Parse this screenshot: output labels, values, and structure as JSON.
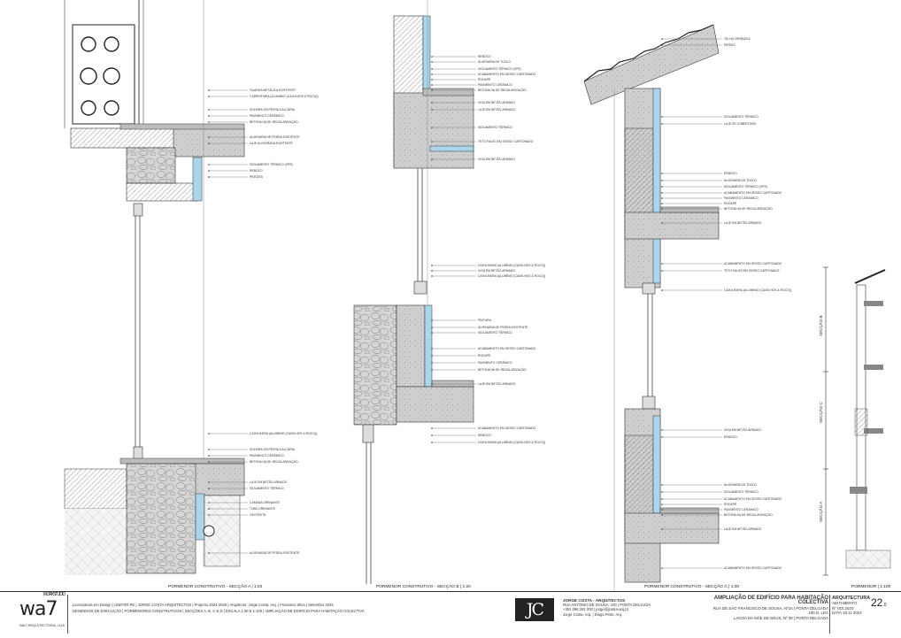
{
  "section_a": {
    "title": "PORMENOR CONSTRUTIVO - SECÇÃO A | 1:20",
    "labels": [
      "GUARDA METÁLICA EXISTENTE",
      "CARPINTARIA (ALUMÍNIO (CAIXILHOS & ROCO))",
      "SOLEIRA EM PEDRA CALCÁRIA",
      "PAVIMENTO CERÂMICO",
      "BETONILHA DE REGULARIZAÇÃO",
      "ALVENARIA DE PEDRA EXISTENTE",
      "LAJE ALIGEIRADA EXISTENTE",
      "ISOLAMENTO TÉRMICO (XPS)",
      "REBOCO",
      "PINTURA",
      "CAIXILHARIA (ALUMÍNIO (CAIXILHOS & ROCO))",
      "SOLEIRA EM PEDRA CALCÁRIA",
      "PAVIMENTO CERÂMICO",
      "BETONILHA DE REGULARIZAÇÃO",
      "LAJE EM BETÃO ARMADO",
      "ISOLAMENTO TÉRMICO",
      "CAMADA DRENANTE",
      "TUBO DRENANTE",
      "GEOTÊXTIL",
      "ALVENARIA DE PEDRA EXISTENTE"
    ]
  },
  "section_b": {
    "title": "PORMENOR CONSTRUTIVO - SECÇÃO B | 1:20",
    "labels": [
      "REBOCO",
      "ALVENARIA DE TIJOLO",
      "ISOLAMENTO TÉRMICO (XPS)",
      "ACABAMENTO EM GESSO CARTONADO",
      "RODAPÉ",
      "PAVIMENTO CERÂMICO",
      "BETONILHA DE REGULARIZAÇÃO",
      "VIGA EM BETÃO ARMADO",
      "LAJE EM BETÃO ARMADO",
      "ISOLAMENTO TÉRMICO",
      "TETO FALSO EM GESSO CARTONADO",
      "VIGA EM BETÃO ARMADO",
      "CAIXILHARIA (ALUMÍNIO (CAIXILHOS & ROCO))",
      "VIGA EM BETÃO ARMADO",
      "CAIXILHARIA (ALUMÍNIO (CAIXILHOS & ROCO))",
      "PINTURA",
      "ALVENARIA DE PEDRA EXISTENTE",
      "ISOLAMENTO TÉRMICO",
      "ACABAMENTO EM GESSO CARTONADO",
      "RODAPÉ",
      "PAVIMENTO CERÂMICO",
      "BETONILHA DE REGULARIZAÇÃO",
      "LAJE EM BETÃO ARMADO",
      "ACABAMENTO EM GESSO CARTONADO",
      "REBOCO",
      "CAIXILHARIA (ALUMÍNIO (CAIXILHOS & ROCO))"
    ]
  },
  "section_c": {
    "title": "PORMENOR CONSTRUTIVO - SECÇÃO C | 1:20",
    "labels": [
      "TELHA CERÂMICA",
      "RIPADO",
      "ISOLAMENTO TÉRMICO",
      "LAJE DE COBERTURA",
      "REBOCO",
      "ALVENARIA DE TIJOLO",
      "ISOLAMENTO TÉRMICO (XPS)",
      "ACABAMENTO EM GESSO CARTONADO",
      "PAVIMENTO CERÂMICO",
      "RODAPÉ",
      "BETONILHA DE REGULARIZAÇÃO",
      "LAJE EM BETÃO ARMADO",
      "ACABAMENTO EM GESSO CARTONADO",
      "TETO FALSO EM GESSO CARTONADO",
      "CAIXILHARIA (ALUMÍNIO (CAIXILHOS & ROCO))",
      "VIGA EM BETÃO ARMADO",
      "REBOCO",
      "ALVENARIA DE TIJOLO",
      "ISOLAMENTO TÉRMICO",
      "ACABAMENTO EM GESSO CARTONADO",
      "RODAPÉ",
      "PAVIMENTO CERÂMICO",
      "BETONILHA DE REGULARIZAÇÃO",
      "LAJE EM BETÃO ARMADO",
      "ACABAMENTO EM GESSO CARTONADO"
    ]
  },
  "section_d": {
    "title": "PORMENOR | 1:100",
    "vertical_labels": [
      "SECÇÃO B",
      "SECÇÃO C",
      "SECÇÃO A"
    ]
  },
  "title_block": {
    "firm_logo": "wa7",
    "firm_logo_sup": "WORKSTUDIO",
    "firm_sub": "WA7 ARQUITECTURA, LDA",
    "credits": "Licenciatura em Design  |  UNIFOR-PE  |  JORGE COSTA ARQUITECTOS  |  Projecto 2024-2025  |  Arquitecto: Jorge Costa, Arq.  |  Francisco Silva  |  Setembro 2024",
    "credits2": "DESENHOS DE EXECUÇÃO  |  PORMENORES CONSTRUTIVOS  |  SECÇÕES A, B, C E D  |  ESCALA 1:20 E 1:100  |  AMPLIAÇÃO DE EDIFÍCIO PARA HABITAÇÃO COLECTIVA",
    "office_logo": "JC",
    "office_name": "JORGE COSTA - ARQUITECTOS",
    "office_lines": [
      "RUA ANTÓNIO DE SOUSA, 100 | PONTA DELGADA",
      "+351 296 281 000  |  jorge@jcosta-arq.pt",
      "Jorge Costa, Arq.  |  Diogo Pinto, Arq."
    ],
    "project_title": "AMPLIAÇÃO DE EDIFÍCIO PARA HABITAÇÃO COLECTIVA",
    "project_lines": [
      "RUA DE SÃO FRANCISCO DE SOUSA, Nº34 | PONTA DELGADA",
      "100.D, LDA",
      "LAGOA DA MÃE DE DEUS, Nº 30 | PONTA DELGADA"
    ],
    "discipline": "ARQUITECTURA",
    "meta_lines": [
      "ADITAMENTO",
      "Nº  010.2024",
      "DATA  18.11.2024"
    ],
    "sheet_number": "22",
    "sheet_suffix": ".0"
  }
}
